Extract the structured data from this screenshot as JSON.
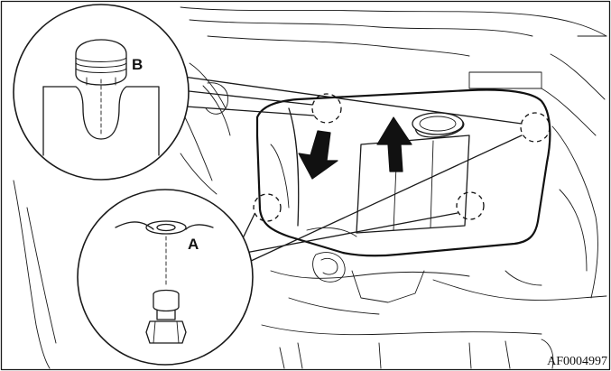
{
  "labels": {
    "a": "A",
    "b": "B"
  },
  "figure_code": "AF0004997"
}
